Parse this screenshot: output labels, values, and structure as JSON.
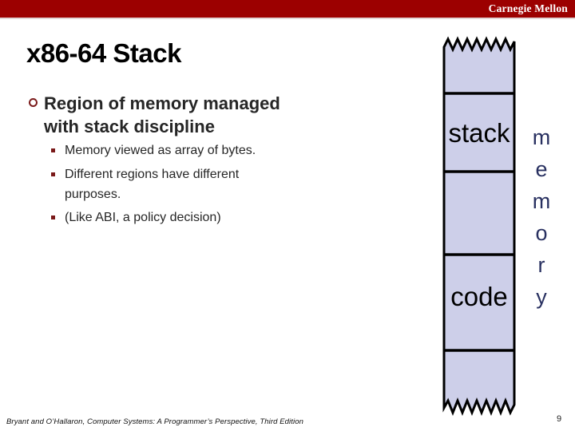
{
  "banner": {
    "brand": "Carnegie Mellon"
  },
  "slide": {
    "title": "x86-64 Stack",
    "page_number": "9"
  },
  "content": {
    "main_bullet": {
      "lines": [
        "Region of memory managed",
        "with stack discipline"
      ]
    },
    "sub_bullets": [
      {
        "lines": [
          "Memory viewed as array of bytes."
        ]
      },
      {
        "lines": [
          "Different regions have different",
          "purposes."
        ]
      },
      {
        "lines": [
          "(Like ABI, a policy decision)"
        ]
      }
    ]
  },
  "diagram": {
    "region_labels": {
      "stack": "stack",
      "code": "code"
    },
    "side_label": {
      "word": "memory",
      "letters": [
        "m",
        "e",
        "m",
        "o",
        "r",
        "y"
      ]
    }
  },
  "footer": {
    "citation": "Bryant and O’Hallaron, Computer Systems: A Programmer’s Perspective, Third Edition"
  },
  "colors": {
    "banner_bg": "#9c0000",
    "accent_red": "#7a1a1a",
    "body_text": "#262626",
    "cell_fill": "#cdcfe9",
    "diagram_outline": "#000000",
    "side_label_color": "#283060"
  }
}
